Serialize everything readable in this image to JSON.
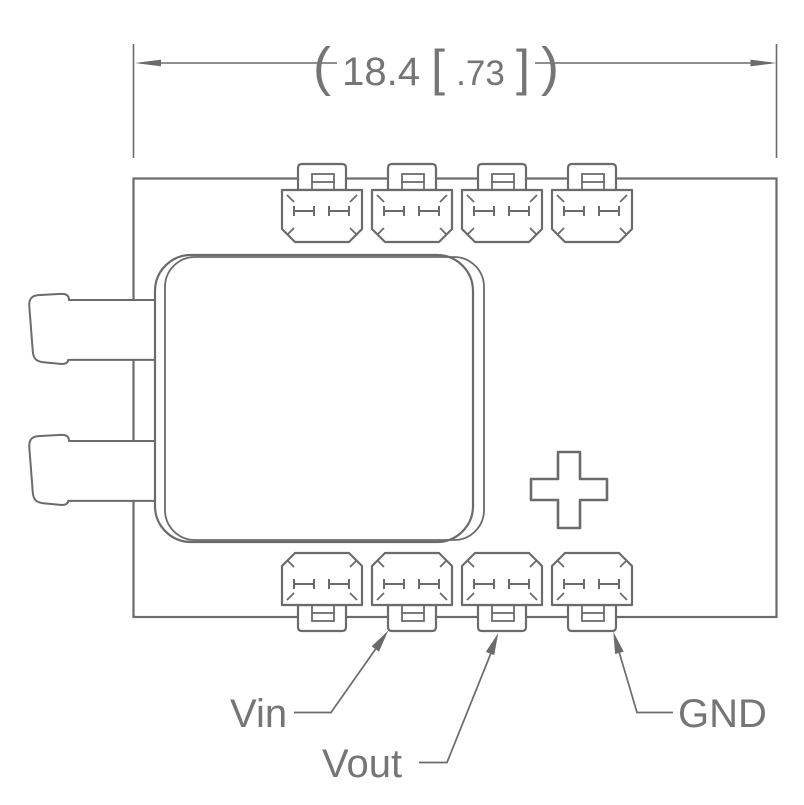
{
  "drawing": {
    "title": "pcb-module-top-view",
    "dimension": {
      "open_paren": "(",
      "metric_value": "18.4",
      "bracket_open": "[",
      "imperial_value": ".73",
      "bracket_close": "]",
      "close_paren": ")"
    },
    "labels": {
      "vin": "Vin",
      "vout": "Vout",
      "gnd": "GND"
    },
    "colors": {
      "line": "#6b6b6b",
      "text": "#757575",
      "background": "#ffffff"
    }
  }
}
